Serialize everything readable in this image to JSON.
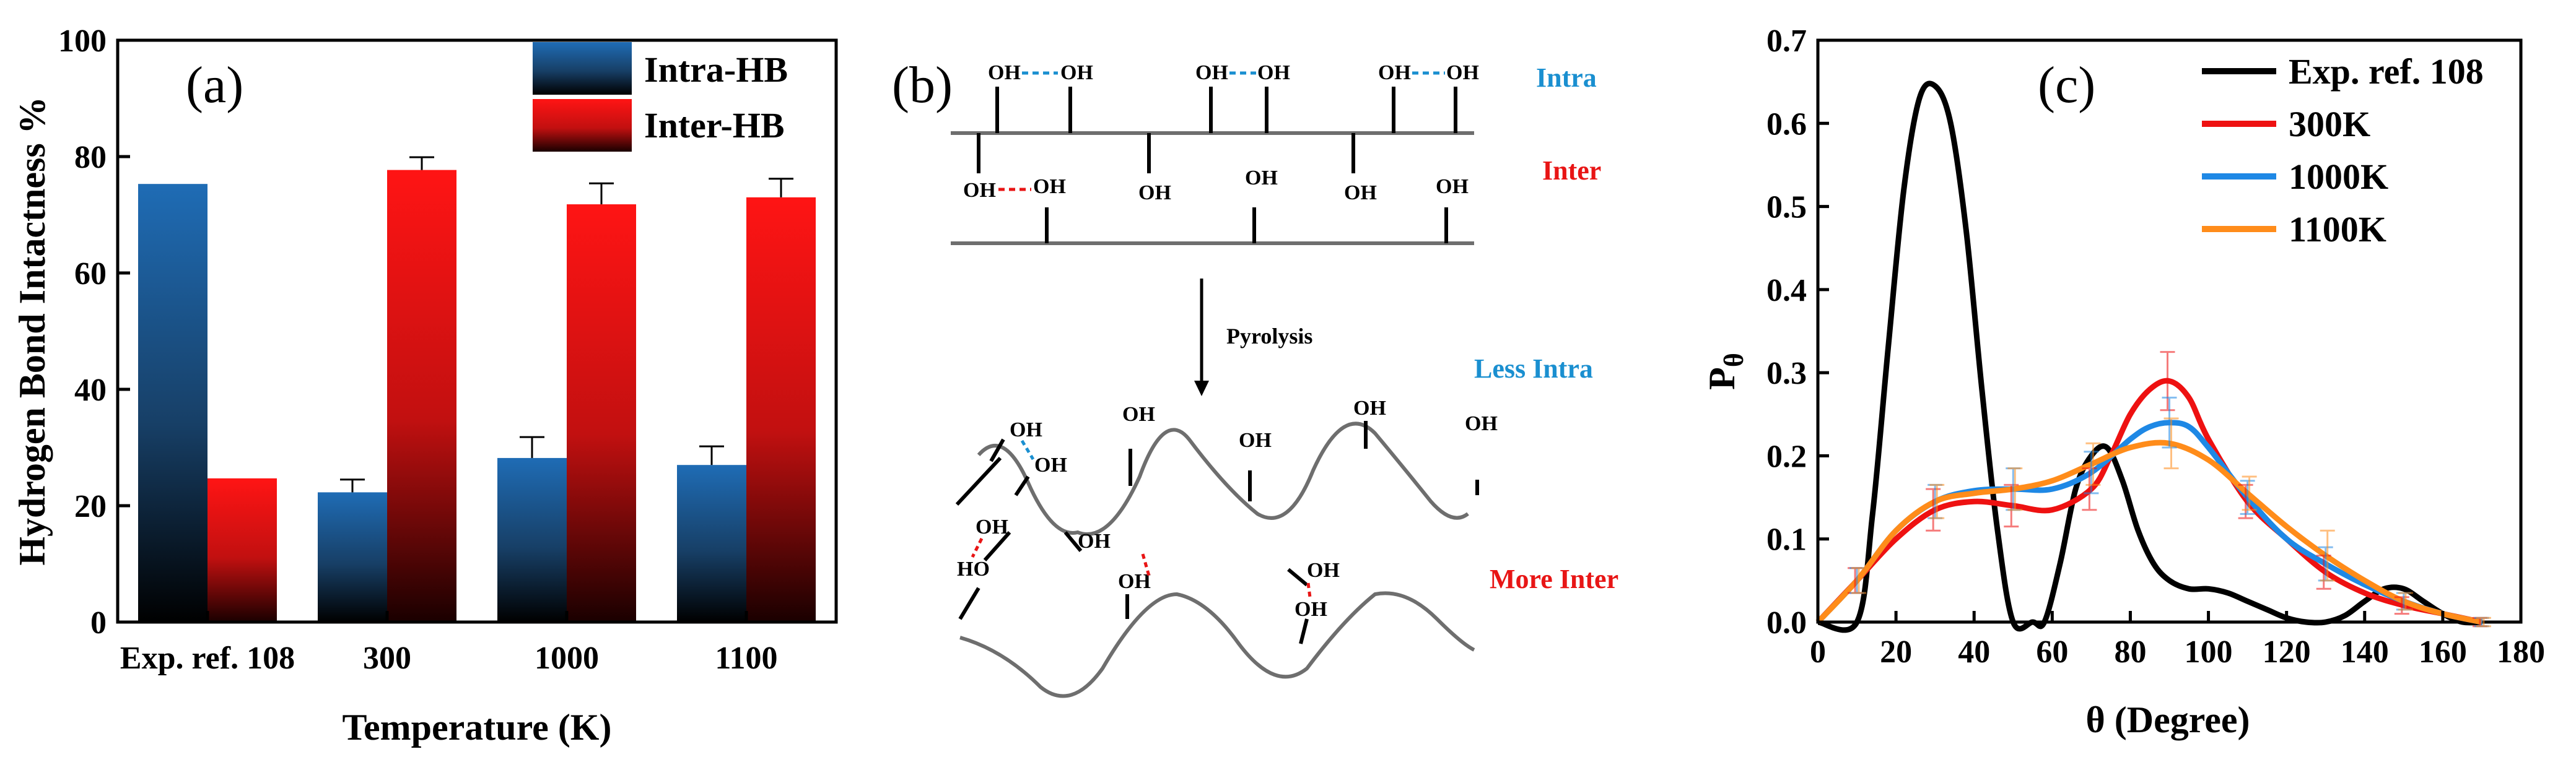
{
  "colors": {
    "intra": "#1f5f9e",
    "inter": "#ee1c1c",
    "exp": "#000000",
    "k300": "#ee1111",
    "k1000": "#1e88e5",
    "k1100": "#ff8c1a",
    "chain": "#6e6e6e",
    "intra_text": "#1a8fd0",
    "inter_text": "#e81515"
  },
  "panel_a": {
    "label": "(a)",
    "chart_data": {
      "type": "bar",
      "categories": [
        "Exp. ref. 108",
        "300",
        "1000",
        "1100"
      ],
      "series": [
        {
          "name": "Intra-HB",
          "values": [
            75.3,
            22.3,
            28.2,
            27.0
          ],
          "errors": [
            0,
            2.2,
            3.6,
            3.2
          ]
        },
        {
          "name": "Inter-HB",
          "values": [
            24.7,
            77.7,
            71.8,
            73.0
          ],
          "errors": [
            0,
            2.2,
            3.6,
            3.2
          ]
        }
      ],
      "xlabel": "Temperature (K)",
      "ylabel": "Hydrogen Bond Intactness %",
      "ylim": [
        0,
        100
      ],
      "yticks": [
        0,
        20,
        40,
        60,
        80,
        100
      ],
      "legend": "top-right"
    }
  },
  "panel_b": {
    "label": "(b)",
    "labels": {
      "intra": "Intra",
      "inter": "Inter",
      "pyrolysis": "Pyrolysis",
      "less_intra": "Less Intra",
      "more_inter": "More Inter"
    },
    "groups": {
      "oh": "OH",
      "ho": "HO"
    }
  },
  "panel_c": {
    "label": "(c)",
    "chart_data": {
      "type": "line",
      "xlabel": "θ (Degree)",
      "ylabel_main": "P",
      "ylabel_sub": "θ",
      "xlim": [
        0,
        180
      ],
      "ylim": [
        0,
        0.7
      ],
      "xticks": [
        0,
        20,
        40,
        60,
        80,
        100,
        120,
        140,
        160,
        180
      ],
      "yticks": [
        "0.0",
        "0.1",
        "0.2",
        "0.3",
        "0.4",
        "0.5",
        "0.6",
        "0.7"
      ],
      "legend": "top-right",
      "series": [
        {
          "name": "Exp. ref. 108",
          "color": "#000000",
          "x": [
            0,
            10,
            14,
            18,
            22,
            26,
            30,
            34,
            38,
            42,
            46,
            50,
            55,
            58,
            62,
            66,
            70,
            74,
            78,
            82,
            86,
            90,
            95,
            100,
            105,
            110,
            115,
            120,
            125,
            130,
            135,
            140,
            145,
            150,
            155,
            160,
            165,
            170
          ],
          "y": [
            0,
            0,
            0.13,
            0.33,
            0.52,
            0.63,
            0.645,
            0.6,
            0.47,
            0.28,
            0.11,
            0.0,
            0,
            0.0,
            0.07,
            0.16,
            0.2,
            0.21,
            0.17,
            0.11,
            0.07,
            0.05,
            0.04,
            0.04,
            0.035,
            0.025,
            0.015,
            0.005,
            0.0,
            0.0,
            0.008,
            0.025,
            0.04,
            0.04,
            0.025,
            0.01,
            0.0,
            0.0
          ]
        },
        {
          "name": "300K",
          "color": "#ee1111",
          "x": [
            0,
            10,
            20,
            30,
            40,
            50,
            60,
            70,
            75,
            80,
            85,
            90,
            95,
            100,
            110,
            120,
            130,
            140,
            150,
            160,
            170
          ],
          "y": [
            0,
            0.05,
            0.1,
            0.135,
            0.145,
            0.14,
            0.135,
            0.16,
            0.2,
            0.25,
            0.28,
            0.29,
            0.27,
            0.22,
            0.145,
            0.1,
            0.06,
            0.035,
            0.02,
            0.01,
            0.0
          ],
          "err_x": [
            10,
            30,
            50,
            70,
            90,
            110,
            130,
            150,
            170
          ],
          "err": [
            0.015,
            0.025,
            0.025,
            0.025,
            0.035,
            0.02,
            0.02,
            0.01,
            0.005
          ]
        },
        {
          "name": "1000K",
          "color": "#1e88e5",
          "x": [
            0,
            10,
            20,
            30,
            40,
            50,
            60,
            70,
            80,
            85,
            90,
            95,
            100,
            110,
            120,
            130,
            140,
            150,
            160,
            170
          ],
          "y": [
            0,
            0.05,
            0.11,
            0.145,
            0.158,
            0.16,
            0.16,
            0.18,
            0.22,
            0.235,
            0.24,
            0.235,
            0.21,
            0.15,
            0.1,
            0.07,
            0.045,
            0.025,
            0.01,
            0.0
          ],
          "err_x": [
            10,
            30,
            50,
            70,
            90,
            110,
            130,
            150,
            170
          ],
          "err": [
            0.015,
            0.02,
            0.025,
            0.025,
            0.03,
            0.02,
            0.02,
            0.01,
            0.005
          ]
        },
        {
          "name": "1100K",
          "color": "#ff8c1a",
          "x": [
            0,
            10,
            20,
            30,
            40,
            50,
            60,
            70,
            80,
            90,
            100,
            110,
            120,
            130,
            140,
            150,
            160,
            170
          ],
          "y": [
            0,
            0.05,
            0.11,
            0.145,
            0.155,
            0.16,
            0.17,
            0.19,
            0.21,
            0.215,
            0.195,
            0.155,
            0.115,
            0.08,
            0.05,
            0.025,
            0.01,
            0.0
          ],
          "err_x": [
            10,
            30,
            50,
            70,
            90,
            110,
            130,
            150,
            170
          ],
          "err": [
            0.015,
            0.02,
            0.025,
            0.025,
            0.03,
            0.02,
            0.03,
            0.01,
            0.005
          ]
        }
      ]
    }
  }
}
